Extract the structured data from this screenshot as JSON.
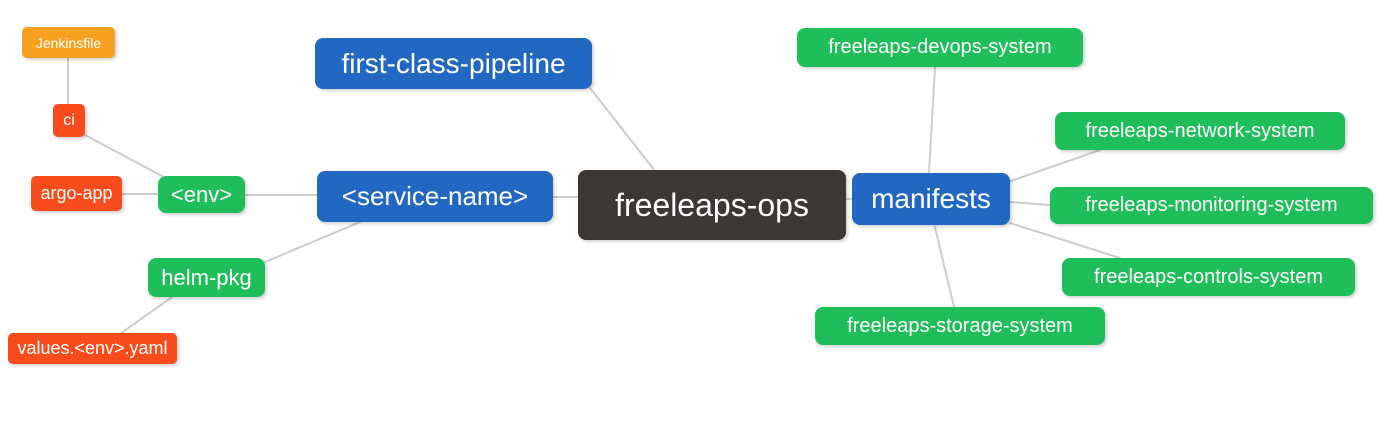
{
  "palette": {
    "root_bg": "#3b3735",
    "branch_blue": "#2268c3",
    "leaf_green": "#20bd5b",
    "leaf_red": "#f94c1c",
    "leaf_amber": "#f6a01f",
    "text": "#ffffff",
    "connector": "#cccccc",
    "background": "#ffffff"
  },
  "nodes": {
    "root": {
      "label": "freeleaps-ops"
    },
    "first_class_pipeline units": null,
    "first_class_pipeline": {
      "label": "first-class-pipeline"
    },
    "service_name": {
      "label": "<service-name>"
    },
    "manifests": {
      "label": "manifests"
    },
    "env": {
      "label": "<env>"
    },
    "helm_pkg": {
      "label": "helm-pkg"
    },
    "ci": {
      "label": "ci"
    },
    "argo_app": {
      "label": "argo-app"
    },
    "jenkinsfile": {
      "label": "Jenkinsfile"
    },
    "values_env_yaml": {
      "label": "values.<env>.yaml"
    },
    "devops_system": {
      "label": "freeleaps-devops-system"
    },
    "network_system": {
      "label": "freeleaps-network-system"
    },
    "monitoring_system": {
      "label": "freeleaps-monitoring-system"
    },
    "controls_system": {
      "label": "freeleaps-controls-system"
    },
    "storage_system": {
      "label": "freeleaps-storage-system"
    }
  },
  "edges": [
    {
      "from": "jenkinsfile",
      "to": "ci"
    },
    {
      "from": "ci",
      "to": "env"
    },
    {
      "from": "argo_app",
      "to": "env"
    },
    {
      "from": "env",
      "to": "service_name"
    },
    {
      "from": "helm_pkg",
      "to": "service_name"
    },
    {
      "from": "values_env_yaml",
      "to": "helm_pkg"
    },
    {
      "from": "first_class_pipeline",
      "to": "root"
    },
    {
      "from": "service_name",
      "to": "root"
    },
    {
      "from": "root",
      "to": "manifests"
    },
    {
      "from": "manifests",
      "to": "devops_system"
    },
    {
      "from": "manifests",
      "to": "network_system"
    },
    {
      "from": "manifests",
      "to": "monitoring_system"
    },
    {
      "from": "manifests",
      "to": "controls_system"
    },
    {
      "from": "manifests",
      "to": "storage_system"
    }
  ]
}
